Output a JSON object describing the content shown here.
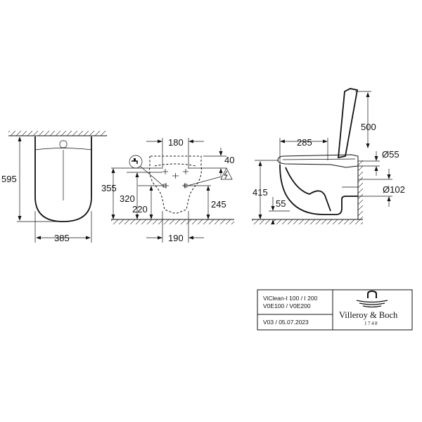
{
  "views": {
    "top": {
      "dimensions": {
        "depth": "595",
        "width": "385"
      }
    },
    "front": {
      "dimensions": {
        "top_spacing": "180",
        "top_offset": "40",
        "left_outer": "355",
        "left_mid": "320",
        "left_inner": "220",
        "right": "245",
        "bottom": "190"
      }
    },
    "side": {
      "dimensions": {
        "length": "285",
        "height_top": "500",
        "height": "415",
        "lower": "55",
        "pipe_small": "Ø55",
        "pipe_large": "Ø102"
      }
    }
  },
  "title_block": {
    "model_line1": "ViClean-I 100 / I 200",
    "model_line2": "V0E100 / V0E200",
    "version": "V03 / 05.07.2023",
    "brand_name": "Villeroy & Boch",
    "brand_year": "1748"
  },
  "icons": [
    "water-tap-icon",
    "warning-electrical-icon",
    "villeroy-boch-logo-icon"
  ]
}
